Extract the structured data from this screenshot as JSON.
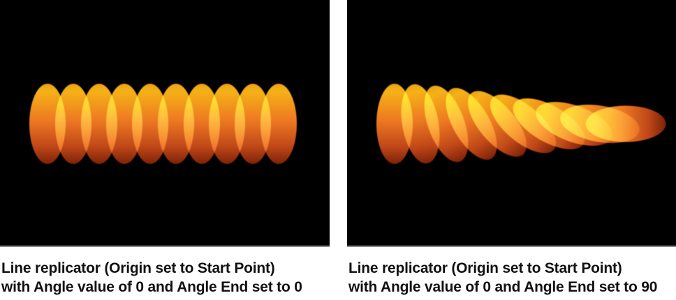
{
  "figure": {
    "background": "#ffffff",
    "canvas_background": "#000000",
    "canvas_border_color": "#8a8a8a",
    "caption_color": "#111111",
    "ellipse_gradient": {
      "top": "#eda313",
      "upper": "#f5b117",
      "middle": "#ee7a22",
      "lower": "#c04818",
      "bottom": "#7e2208",
      "overlap_highlight": "#fdc44c"
    },
    "panels": [
      {
        "id": "angle-end-0",
        "replicator": {
          "shape": "ellipse",
          "count": 10,
          "angle": 0,
          "angle_end": 0
        },
        "caption": {
          "line1": "Line replicator (Origin set to Start Point)",
          "line2": "with Angle value of 0 and Angle End set to 0"
        }
      },
      {
        "id": "angle-end-90",
        "replicator": {
          "shape": "ellipse",
          "count": 10,
          "angle": 0,
          "angle_end": 90
        },
        "caption": {
          "line1": "Line replicator (Origin set to Start Point)",
          "line2": "with Angle value of 0 and Angle End set to 90"
        }
      }
    ]
  }
}
